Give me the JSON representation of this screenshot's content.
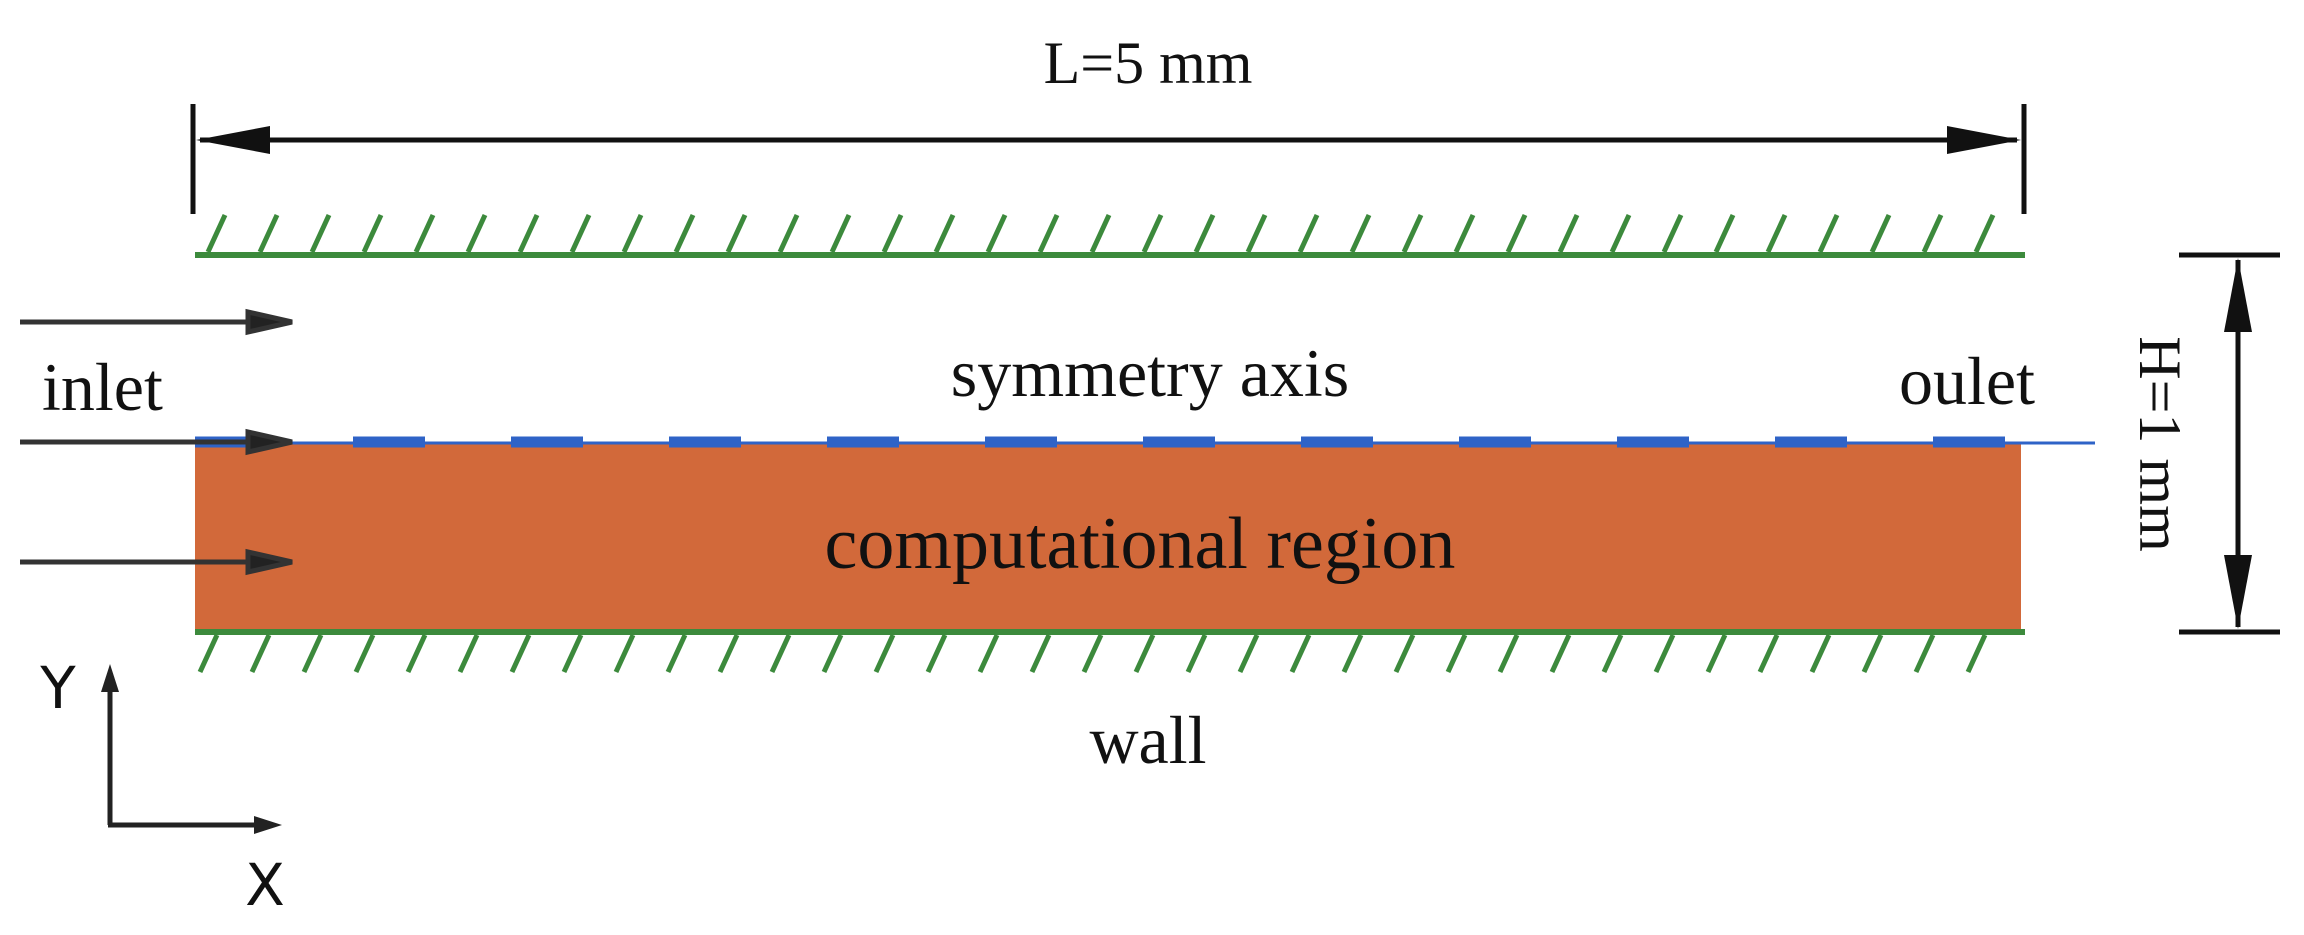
{
  "labels": {
    "length": "L=5 mm",
    "height": "H=1 mm",
    "inlet": "inlet",
    "outlet": "oulet",
    "symmetry_axis": "symmetry axis",
    "region": "computational region",
    "wall": "wall",
    "axis_y": "Y",
    "axis_x": "X"
  },
  "colors": {
    "region": "#d2693a",
    "wall": "#3c8a3c",
    "symmetry": "#2f63c7",
    "ink": "#111111"
  }
}
